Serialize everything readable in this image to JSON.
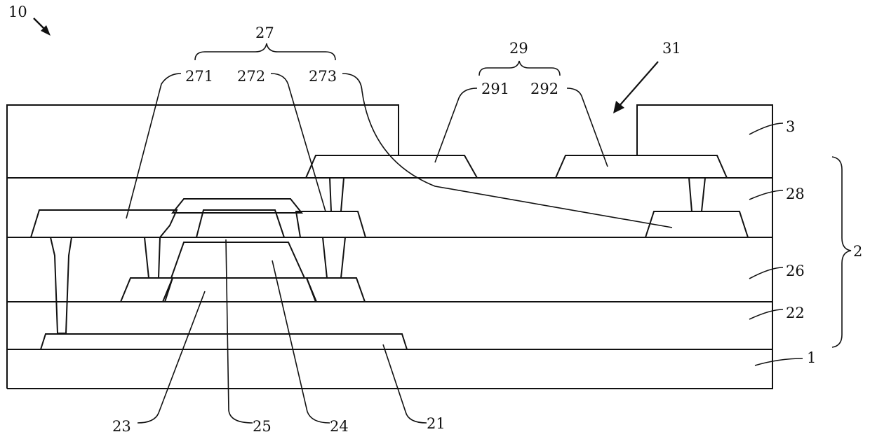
{
  "figure_label": "10",
  "reference_numerals": {
    "substrate": "1",
    "array_layer": "2",
    "pixel_define_layer": "3",
    "gate": "21",
    "gate_insulator": "22",
    "active_layer": "23",
    "etch_stop": "24",
    "light_shield": "25",
    "interlayer_dielectric": "26",
    "source_drain_group": "27",
    "source_drain_1": "271",
    "source_drain_2": "272",
    "source_drain_3": "273",
    "planarization": "28",
    "anode_group": "29",
    "anode_1": "291",
    "anode_2": "292",
    "opening": "31"
  }
}
